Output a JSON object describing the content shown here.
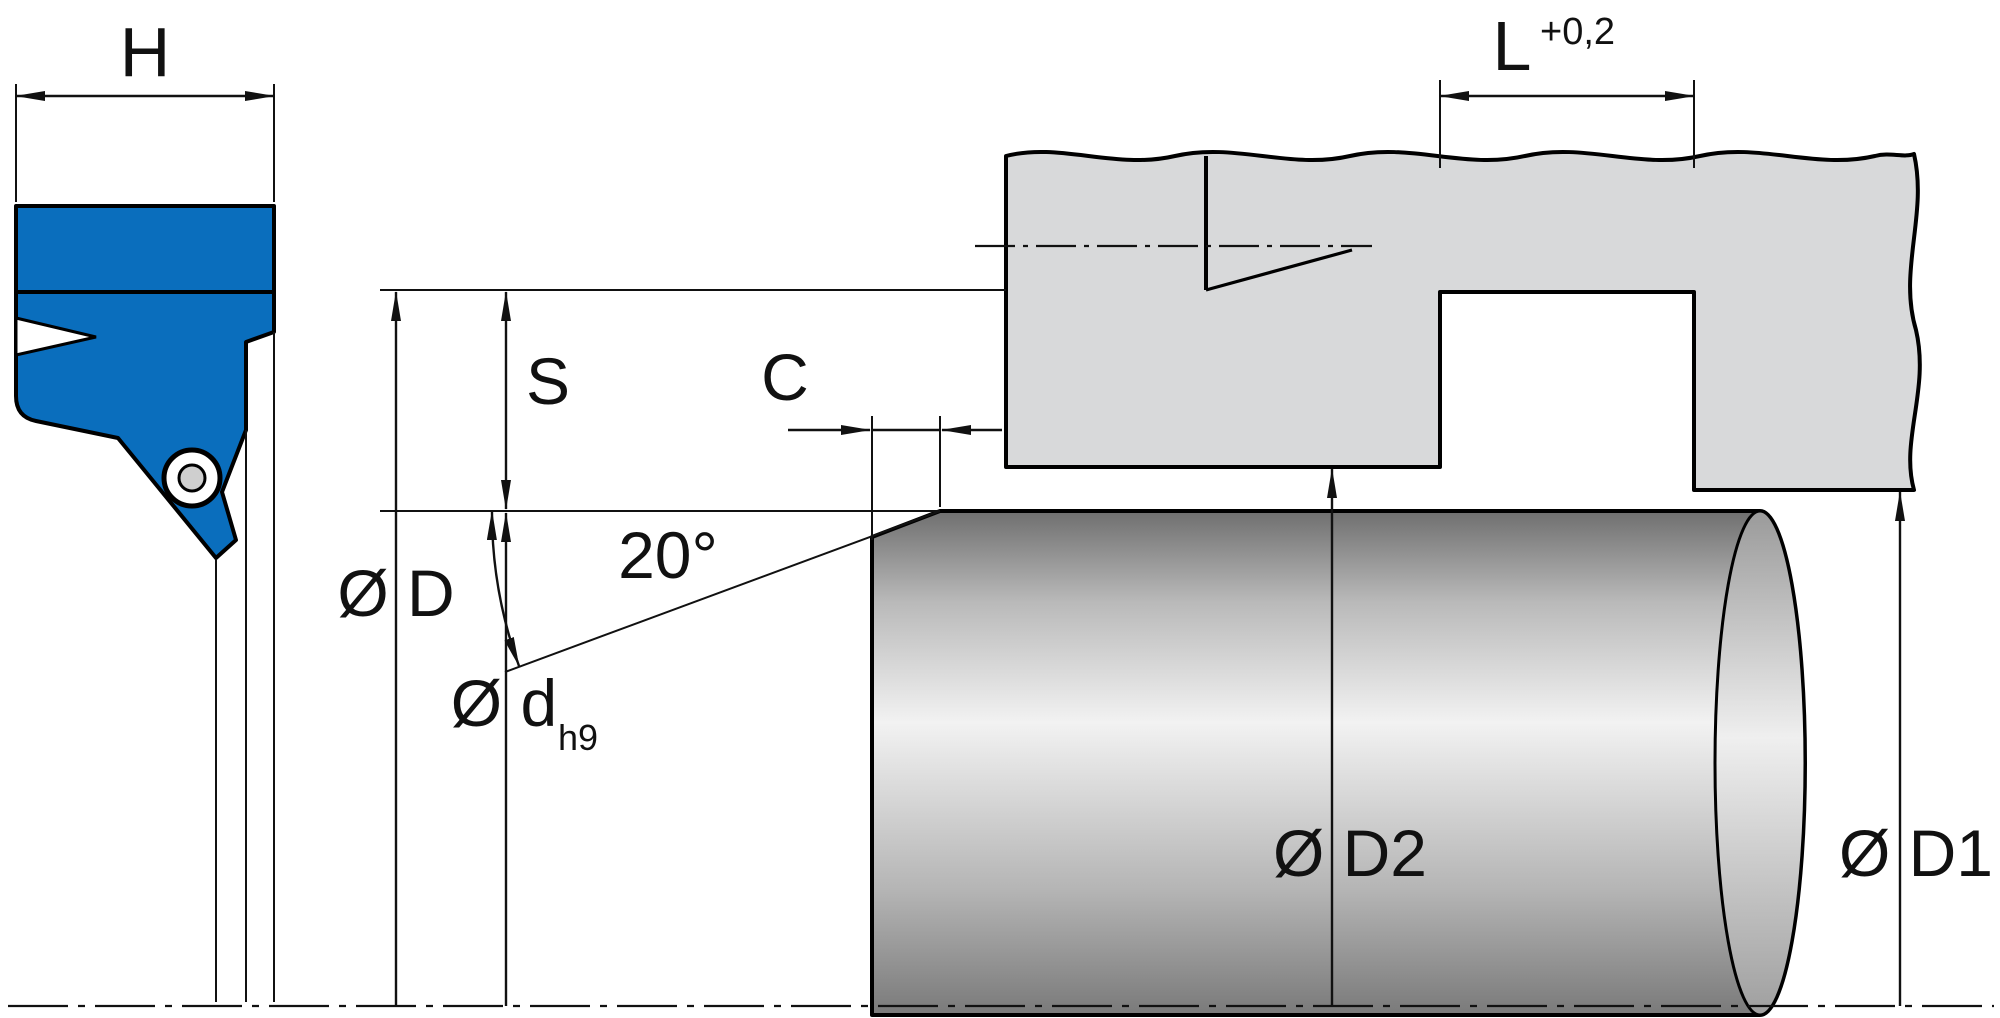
{
  "drawing": {
    "title": "seal-groove-installation-drawing",
    "labels": {
      "width": "H",
      "groove_length": "L",
      "groove_length_tolerance": "+0,2",
      "section_height": "S",
      "chamfer_length": "C",
      "chamfer_angle": "20°",
      "groove_diameter": "Ø D",
      "shaft_diameter": "Ø d",
      "shaft_tolerance": "h9",
      "bore2_diameter": "Ø D2",
      "bore1_diameter": "Ø D1"
    },
    "colors": {
      "seal": "#0a6ebd",
      "housing": "#d8d9da",
      "line": "#111111"
    }
  }
}
